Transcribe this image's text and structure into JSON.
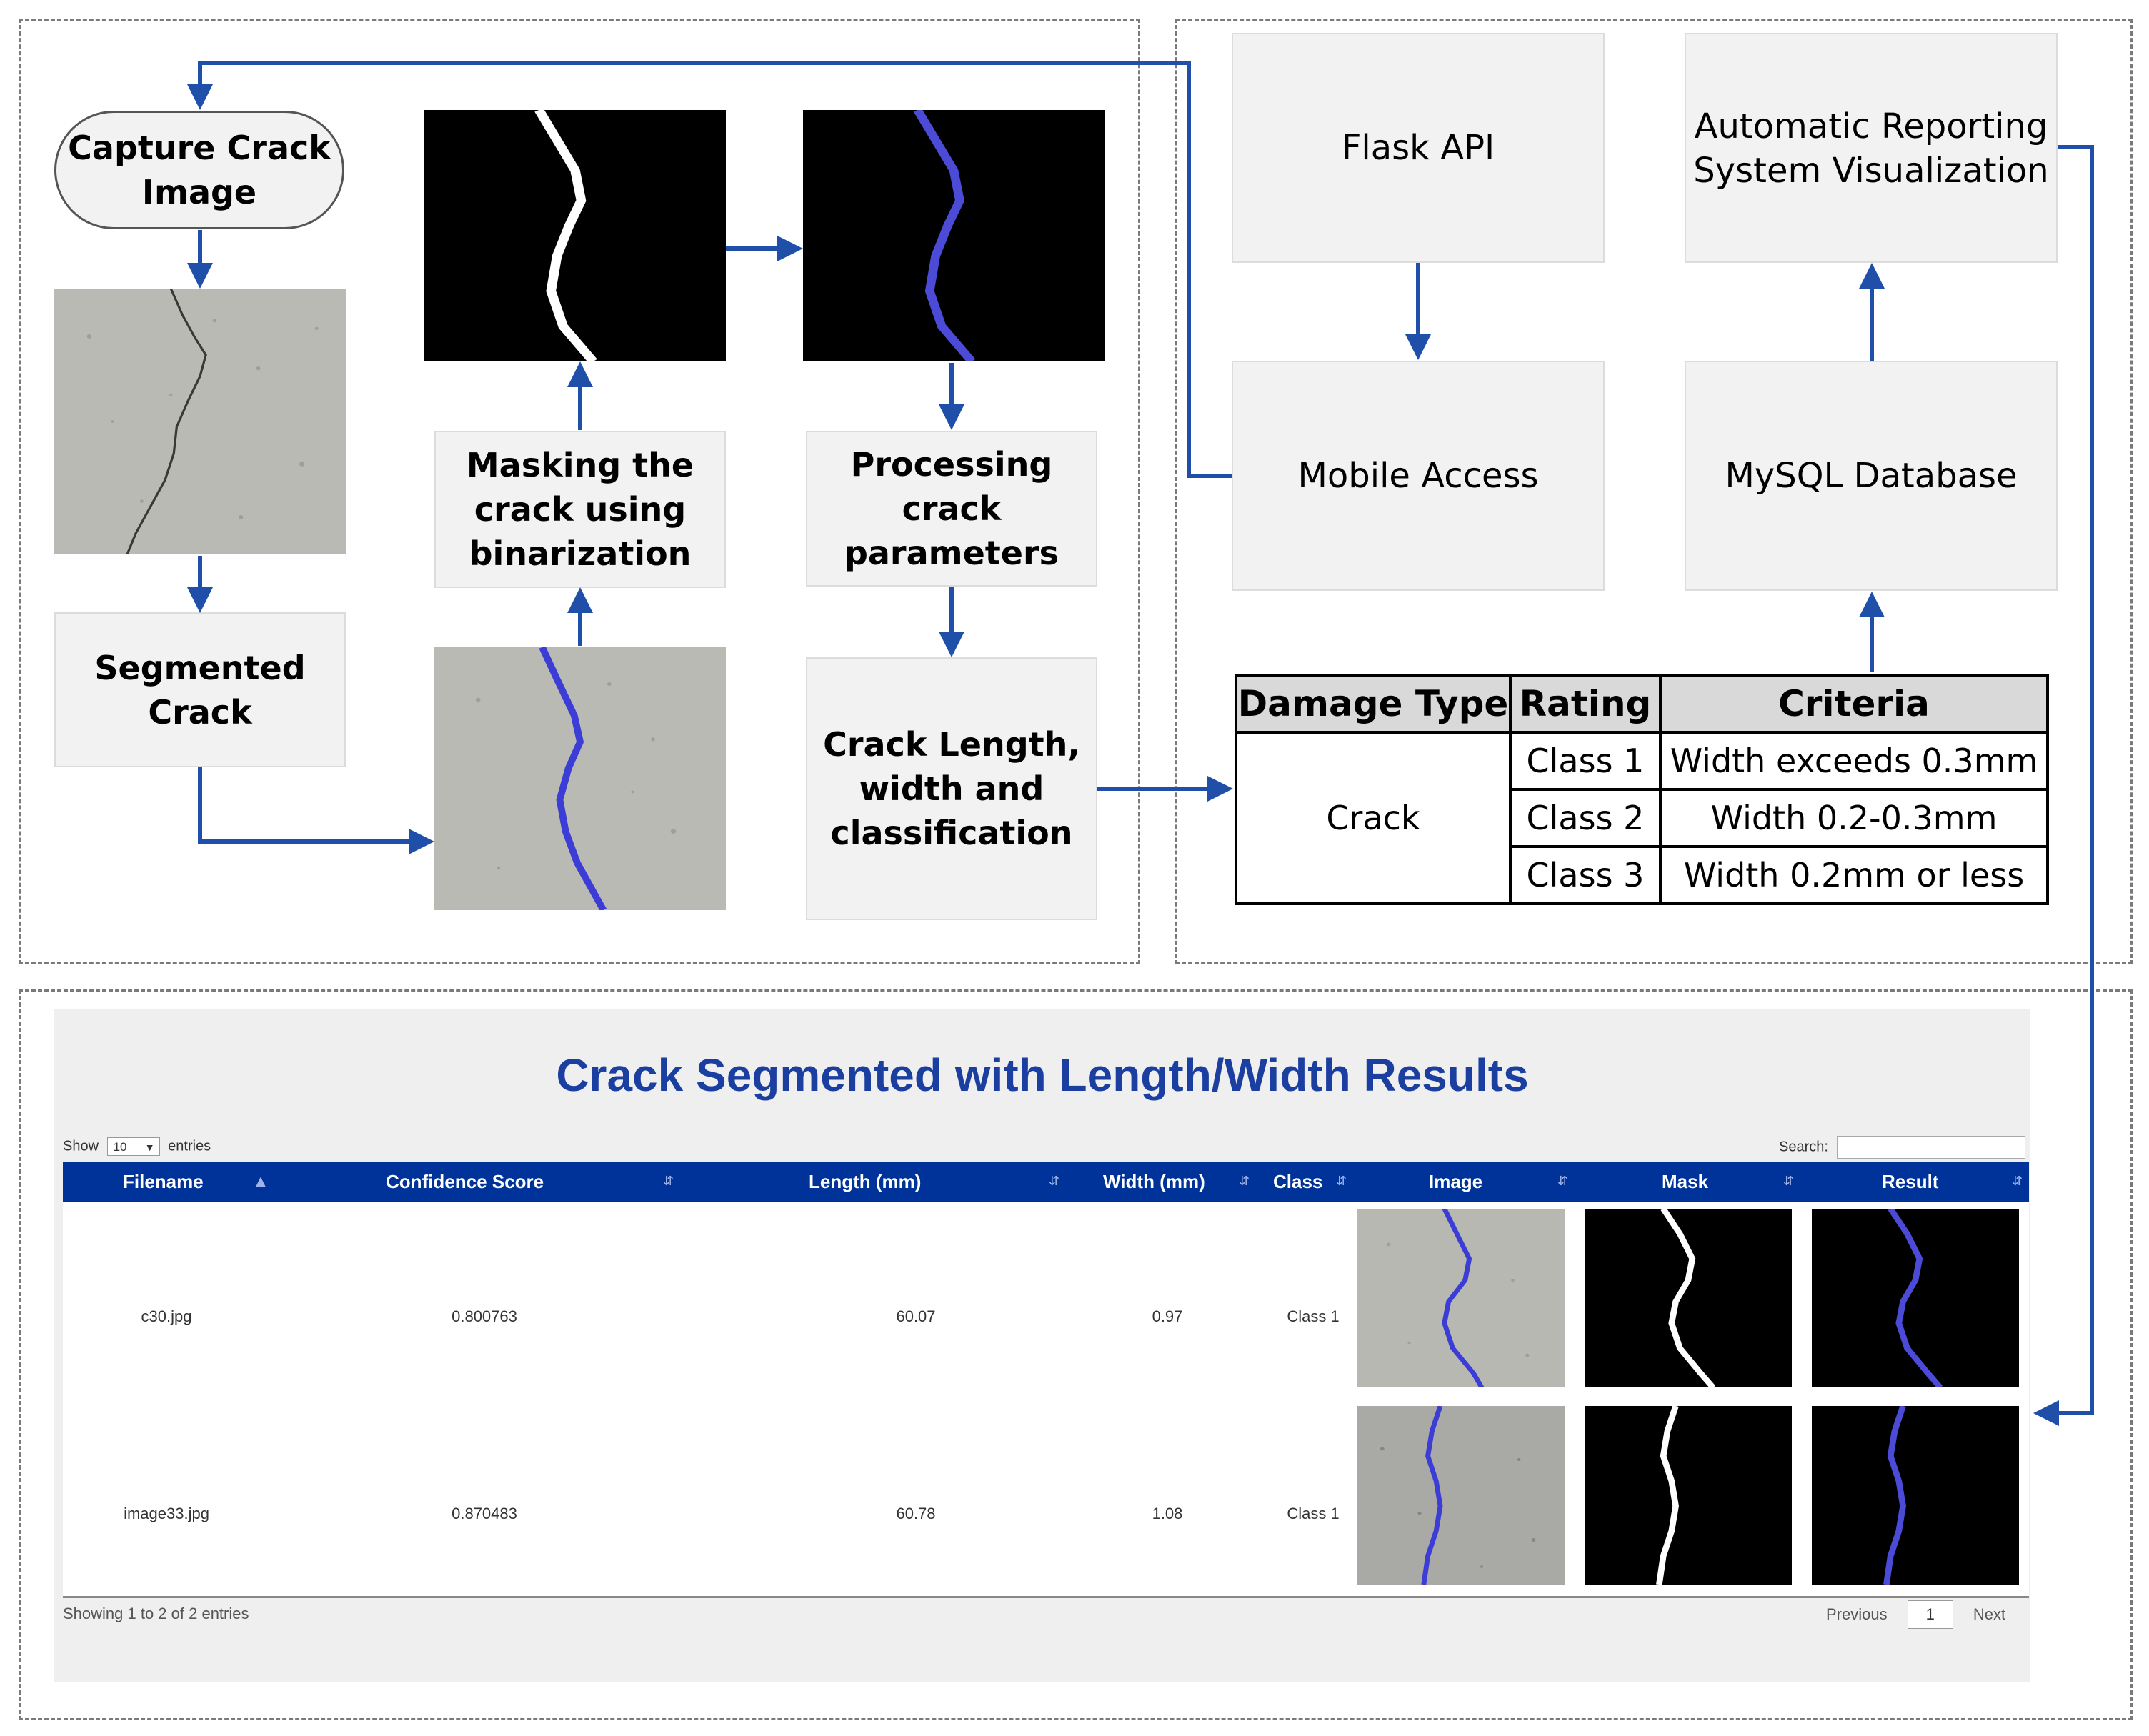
{
  "pipeline": {
    "capture": "Capture Crack\nImage",
    "segmented": "Segmented Crack",
    "masking": "Masking the\ncrack using\nbinarization",
    "processing": "Processing crack\nparameters",
    "length_width": "Crack Length,\nwidth and\nclassification"
  },
  "system": {
    "flask": "Flask API",
    "mobile": "Mobile Access",
    "reporting": "Automatic Reporting\nSystem Visualization",
    "mysql": "MySQL Database"
  },
  "criteria_table": {
    "headers": [
      "Damage Type",
      "Rating",
      "Criteria"
    ],
    "damage_type": "Crack",
    "rows": [
      {
        "rating": "Class 1",
        "criteria": "Width exceeds 0.3mm"
      },
      {
        "rating": "Class 2",
        "criteria": "Width 0.2-0.3mm"
      },
      {
        "rating": "Class 3",
        "criteria": "Width 0.2mm or less"
      }
    ]
  },
  "dashboard": {
    "title": "Crack Segmented with Length/Width Results",
    "show_label": "Show",
    "entries_value": "10",
    "entries_label": "entries",
    "search_label": "Search:",
    "columns": [
      "Filename",
      "Confidence Score",
      "Length (mm)",
      "Width (mm)",
      "Class",
      "Image",
      "Mask",
      "Result"
    ],
    "rows": [
      {
        "filename": "c30.jpg",
        "confidence": "0.800763",
        "length": "60.07",
        "width": "0.97",
        "class": "Class 1"
      },
      {
        "filename": "image33.jpg",
        "confidence": "0.870483",
        "length": "60.78",
        "width": "1.08",
        "class": "Class 1"
      }
    ],
    "info": "Showing 1 to 2 of 2 entries",
    "previous": "Previous",
    "page": "1",
    "next": "Next"
  },
  "colors": {
    "arrow": "#1f4fa8",
    "header": "#003399",
    "title": "#1b3fa0",
    "crack_blue": "#3d3dd0"
  }
}
